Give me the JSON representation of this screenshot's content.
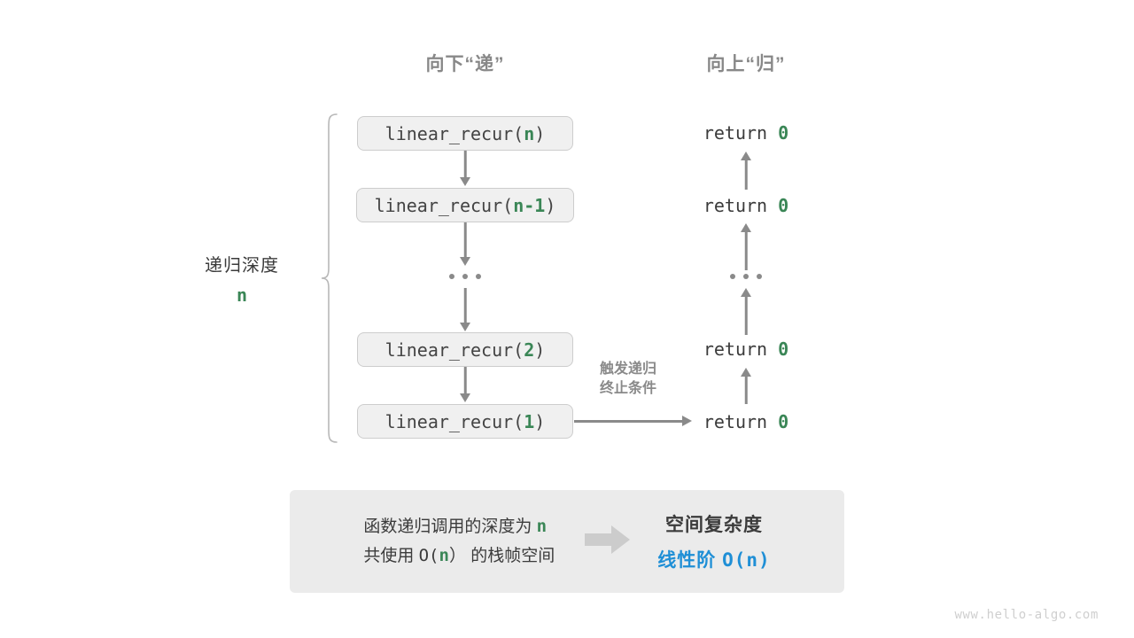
{
  "headers": {
    "down": "向下“递”",
    "up": "向上“归”"
  },
  "depth": {
    "label": "递归深度",
    "value": "n"
  },
  "call_stack": [
    {
      "prefix": "linear_recur(",
      "arg": "n",
      "suffix": ")"
    },
    {
      "prefix": "linear_recur(",
      "arg": "n-1",
      "suffix": ")"
    },
    {
      "ellipsis": "..."
    },
    {
      "prefix": "linear_recur(",
      "arg": "2",
      "suffix": ")"
    },
    {
      "prefix": "linear_recur(",
      "arg": "1",
      "suffix": ")"
    }
  ],
  "returns": [
    {
      "text": "return ",
      "value": "0"
    },
    {
      "text": "return ",
      "value": "0"
    },
    {
      "ellipsis": "..."
    },
    {
      "text": "return ",
      "value": "0"
    },
    {
      "text": "return ",
      "value": "0"
    }
  ],
  "trigger_note": {
    "line1": "触发递归",
    "line2": "终止条件"
  },
  "summary": {
    "left_line1_a": "函数递归调用的深度为 ",
    "left_line1_n": "n",
    "left_line2_a": "共使用 ",
    "left_line2_o": "O(",
    "left_line2_n": "n",
    "left_line2_c": "）",
    "left_line2_b": " 的栈帧空间",
    "arrow_icon": "right-arrow-icon",
    "right_line1": "空间复杂度",
    "right_line2_a": "线性阶 ",
    "right_line2_b": "O(n)"
  },
  "watermark": "www.hello-algo.com",
  "colors": {
    "accent_green": "#3a8656",
    "accent_blue": "#1f8fd6",
    "gray_stroke": "#8a8a8a",
    "box_fill": "#f0f0f0",
    "panel_fill": "#ebebeb",
    "text": "#3b3b3b",
    "muted": "#888888"
  }
}
